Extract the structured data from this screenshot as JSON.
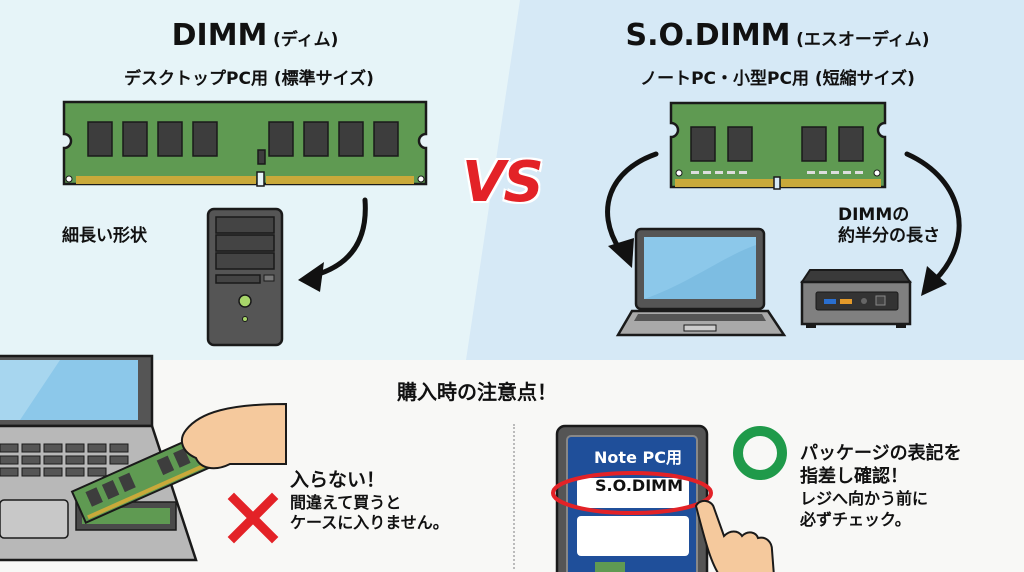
{
  "left": {
    "title_main": "DIMM",
    "title_reading": "(ディム)",
    "subtitle": "デスクトップPC用 (標準サイズ)",
    "shape_label": "細長い形状",
    "device": "desktop-tower"
  },
  "vs_label": "VS",
  "right": {
    "title_main": "S.O.DIMM",
    "title_reading": "(エスオーディム)",
    "subtitle": "ノートPC・小型PC用 (短縮サイズ)",
    "length_label_line1": "DIMMの",
    "length_label_line2": "約半分の長さ",
    "devices": [
      "laptop",
      "mini-pc"
    ]
  },
  "caution": {
    "title": "購入時の注意点！",
    "ng": {
      "mark": "cross-mark",
      "head": "入らない！",
      "line1": "間違えて買うと",
      "line2": "ケースに入りません。"
    },
    "ok": {
      "mark": "circle-mark",
      "head_line1": "パッケージの表記を",
      "head_line2": "指差し確認！",
      "line1": "レジへ向かう前に",
      "line2": "必ずチェック。"
    },
    "package": {
      "top_label": "Note PC用",
      "main_label": "S.O.DIMM"
    }
  },
  "colors": {
    "left_bg": "#e6f4f8",
    "right_bg": "#d6e9f6",
    "vs_red": "#e32227",
    "pcb_green": "#5f9a52",
    "chip": "#3d3d3d",
    "gold": "#c9a93a",
    "ok_green": "#1f9a4a",
    "ng_red": "#e32227",
    "package_blue": "#1f4f9a"
  }
}
